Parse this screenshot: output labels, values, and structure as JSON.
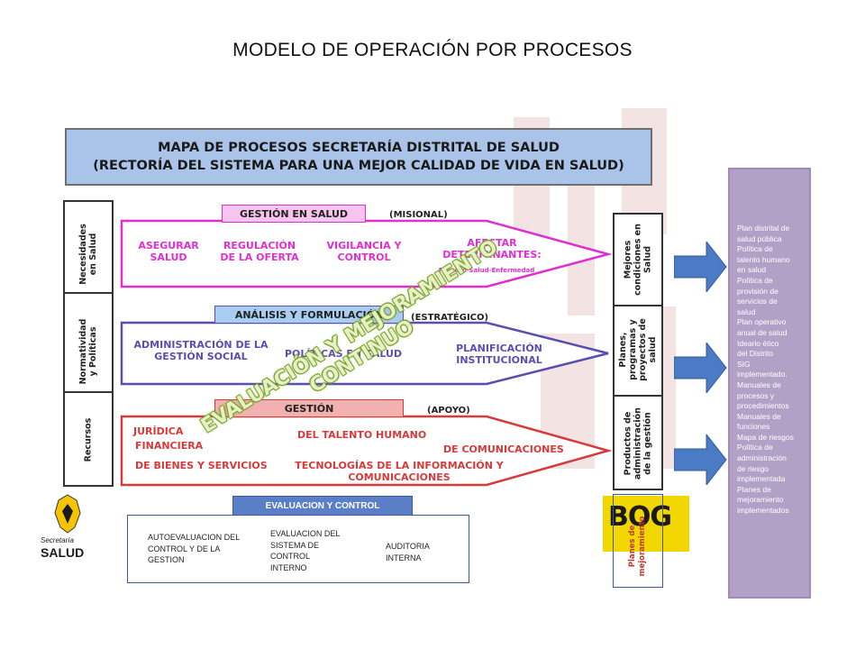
{
  "title": "MODELO DE OPERACIÓN POR PROCESOS",
  "map_header": {
    "line1": "MAPA DE PROCESOS  SECRETARÍA DISTRITAL DE SALUD",
    "line2": "(RECTORÍA DEL SISTEMA PARA UNA MEJOR CALIDAD DE VIDA  EN SALUD)"
  },
  "inputs": {
    "item1": "Necesidades en Salud",
    "item2": "Normatividad y Políticas",
    "item3": "Recursos"
  },
  "outputs": {
    "item1": "Mejores condiciones en Salud",
    "item2": "Planes, programas y proyectos de salud",
    "item3": "Productos de administración de la gestión"
  },
  "bands": {
    "misional": {
      "tab": "GESTIÓN EN SALUD",
      "note": "(MISIONAL)",
      "p1": "ASEGURAR SALUD",
      "p2": "REGULACIÓN DE LA OFERTA",
      "p3": "VIGILANCIA Y CONTROL",
      "p4": "AFECTAR DETERMINANTES:",
      "p4_sub": "Proceso Salud-Enfermedad"
    },
    "estrategico": {
      "tab": "ANÁLISIS Y FORMULACIÓN",
      "note": "(ESTRATÉGICO)",
      "p1": "ADMINISTRACIÓN DE LA GESTIÓN SOCIAL",
      "p2": "POLÍTICAS EN SALUD",
      "p3": "PLANIFICACIÓN INSTITUCIONAL"
    },
    "apoyo": {
      "tab": "GESTIÓN",
      "note": "(APOYO)",
      "p1": "JURÍDICA",
      "p2": "FINANCIERA",
      "p3": "DE BIENES Y SERVICIOS",
      "p4": "DEL TALENTO HUMANO",
      "p5": "DE COMUNICACIONES",
      "p6": "TECNOLOGÍAS DE LA INFORMACIÓN Y COMUNICACIONES"
    }
  },
  "diagonal": {
    "line1": "EVALUACIÓN Y MEJORAMIENTO",
    "line2": "CONTINUO"
  },
  "right_panel": {
    "lines": [
      "Plan distrital de",
      "salud pública",
      "Política de",
      "talento humano",
      "en salud",
      "Política de",
      "provisión  de",
      "servicios de",
      "salud",
      "Plan operativo",
      "anual de salud",
      "Ideario ético",
      "del Distrito",
      "SIG",
      "implementado.",
      "Manuales de",
      "procesos y",
      "procedimientos",
      "Manuales de",
      "funciones",
      "Mapa de riesgos",
      "Política de",
      "administración",
      "de riesgo",
      "implementada",
      "Planes de",
      "mejoramiento",
      "implementados"
    ]
  },
  "eval_control": {
    "tab": "EVALUACION Y CONTROL",
    "item1": "AUTOEVALUACION DEL CONTROL  Y DE LA GESTION",
    "item2": "EVALUACION DEL SISTEMA DE CONTROL INTERNO",
    "item3": "AUDITORIA INTERNA"
  },
  "planes_box": {
    "line1": "Planes de",
    "line2": "mejoramiento"
  },
  "logo_left": {
    "text1": "Secretaría",
    "text2": "SALUD"
  },
  "bog_logo": {
    "text": "BOG"
  },
  "colors": {
    "header_bg": "#a9c4e8",
    "misional": "#e02fd0",
    "estrategico": "#5a4fb0",
    "apoyo": "#d83a3a",
    "diagonal": "#7ba32a",
    "panel": "#b2a1c7",
    "arrow": "#4a7bc4",
    "eval_tab": "#5b7fc7"
  }
}
